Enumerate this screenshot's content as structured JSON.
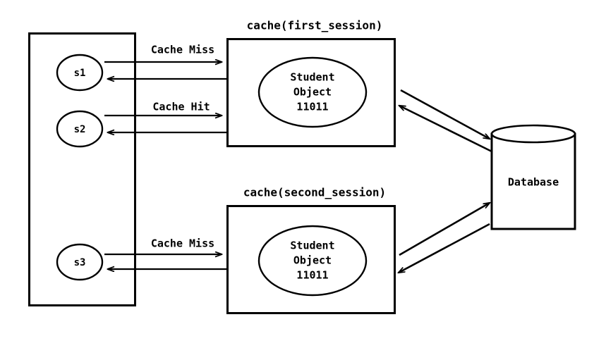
{
  "diagram": {
    "title_hidden": "",
    "colors": {
      "stroke": "#000000",
      "background": "#ffffff"
    },
    "app_container": {
      "name": "application-sessions-container"
    },
    "sessions": [
      {
        "id": "s1",
        "label": "s1"
      },
      {
        "id": "s2",
        "label": "s2"
      },
      {
        "id": "s3",
        "label": "s3"
      }
    ],
    "caches": [
      {
        "id": "first",
        "title": "cache(first_session)",
        "object_lines": [
          "Student",
          "Object",
          "11011"
        ]
      },
      {
        "id": "second",
        "title": "cache(second_session)",
        "object_lines": [
          "Student",
          "Object",
          "11011"
        ]
      }
    ],
    "database": {
      "label": "Database"
    },
    "flows": [
      {
        "id": "s1-request",
        "label": "Cache Miss",
        "from": "s1",
        "to": "first"
      },
      {
        "id": "s1-response",
        "label": "",
        "from": "first",
        "to": "s1"
      },
      {
        "id": "s2-request",
        "label": "Cache Hit",
        "from": "s2",
        "to": "first"
      },
      {
        "id": "s2-response",
        "label": "",
        "from": "first",
        "to": "s2"
      },
      {
        "id": "s3-request",
        "label": "Cache Miss",
        "from": "s3",
        "to": "second"
      },
      {
        "id": "s3-response",
        "label": "",
        "from": "second",
        "to": "s3"
      },
      {
        "id": "first-to-db",
        "label": "",
        "from": "first",
        "to": "database"
      },
      {
        "id": "db-to-first",
        "label": "",
        "from": "database",
        "to": "first"
      },
      {
        "id": "second-to-db",
        "label": "",
        "from": "second",
        "to": "database"
      },
      {
        "id": "db-to-second",
        "label": "",
        "from": "database",
        "to": "second"
      }
    ]
  }
}
